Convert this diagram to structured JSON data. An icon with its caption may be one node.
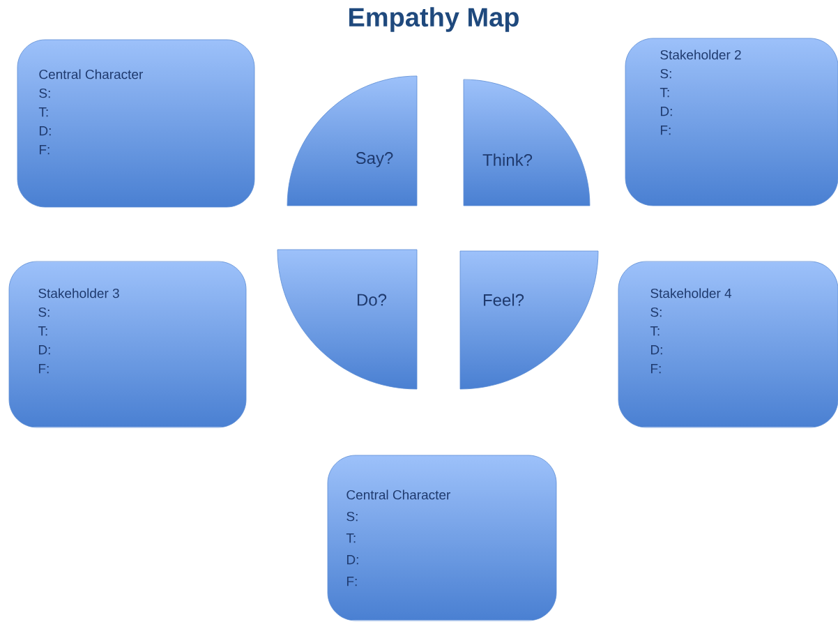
{
  "diagram": {
    "title": "Empathy Map",
    "nodes": [
      {
        "text": [
          "Central Character",
          "S:",
          "T:",
          "D:",
          "F:"
        ]
      },
      {
        "text": [
          "Say?"
        ]
      },
      {
        "text": [
          "Think?"
        ]
      },
      {
        "text": [
          "Stakeholder 2",
          "S:",
          "T:",
          "D:",
          "F:"
        ]
      },
      {
        "text": [
          "Stakeholder 3",
          "S:",
          "T:",
          "D:",
          "F:"
        ]
      },
      {
        "text": [
          "Do?"
        ]
      },
      {
        "text": [
          "Feel?"
        ]
      },
      {
        "text": [
          "Stakeholder 4",
          "S:",
          "T:",
          "D:",
          "F:"
        ]
      },
      {
        "text": [
          "Central Character",
          "S:",
          "T:",
          "D:",
          "F:"
        ]
      }
    ]
  }
}
